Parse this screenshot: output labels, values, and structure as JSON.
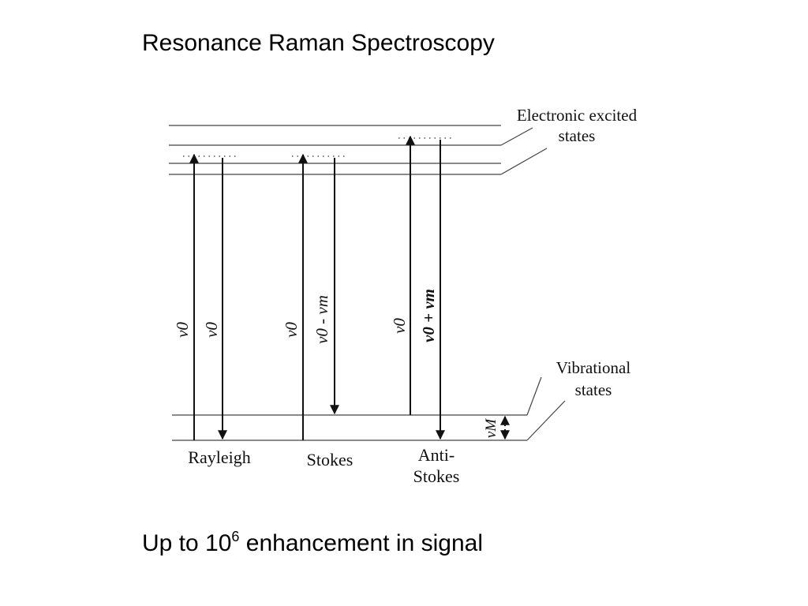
{
  "title": "Resonance Raman Spectroscopy",
  "footer": {
    "prefix": "Up to 10",
    "exponent": "6",
    "suffix": " enhancement in signal"
  },
  "diagram": {
    "excited_label_line1": "Electronic excited",
    "excited_label_line2": "states",
    "vibrational_label_line1": "Vibrational",
    "vibrational_label_line2": "states",
    "rayleigh_label": "Rayleigh",
    "stokes_label": "Stokes",
    "anti_stokes_line1": "Anti-",
    "anti_stokes_line2": "Stokes",
    "nu0": "ν0",
    "nu0_minus_num": "ν0 - νm",
    "nu0_plus_num": "ν0 + νm",
    "nuM": "νM"
  }
}
